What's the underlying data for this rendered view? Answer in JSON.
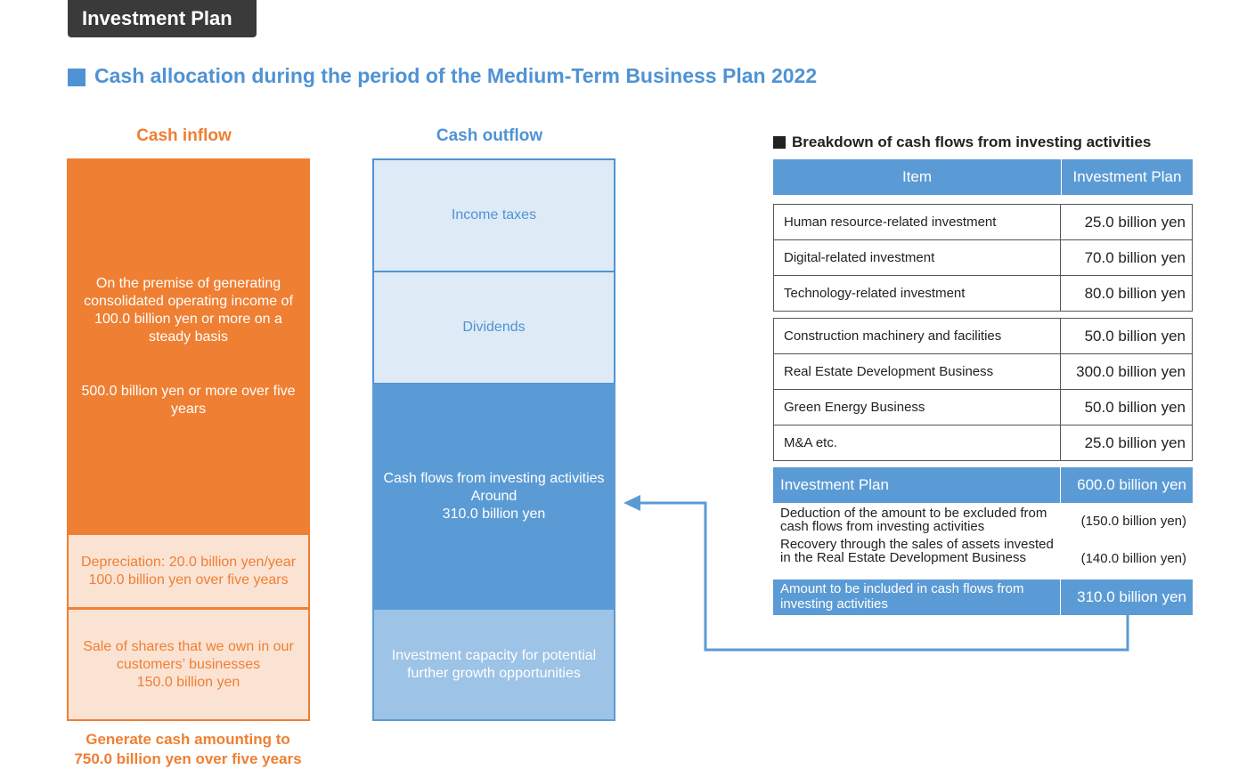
{
  "header": {
    "badge": "Investment Plan",
    "subtitle": "Cash allocation during the period of the Medium-Term Business Plan 2022"
  },
  "inflow": {
    "heading": "Cash inflow",
    "main_text_1": "On the premise of generating consolidated operating income of 100.0 billion yen or more on a steady basis",
    "main_text_2": "500.0 billion yen or more over five years",
    "depreciation": "Depreciation: 20.0 billion yen/year 100.0 billion yen over five years",
    "shares_line1": "Sale of shares that we own in our customers’ businesses",
    "shares_line2": "150.0 billion yen",
    "footer_line1": "Generate cash amounting to",
    "footer_line2": "750.0 billion yen over five years"
  },
  "outflow": {
    "heading": "Cash outflow",
    "income_taxes": "Income taxes",
    "dividends": "Dividends",
    "investing_line1": "Cash flows from investing activities Around",
    "investing_line2": "310.0 billion yen",
    "capacity": "Investment capacity for potential further growth opportunities"
  },
  "breakdown": {
    "title": "Breakdown of cash flows from investing activities",
    "col_item": "Item",
    "col_plan": "Investment Plan",
    "group1": [
      {
        "item": "Human resource-related investment",
        "value": "25.0 billion yen"
      },
      {
        "item": "Digital-related investment",
        "value": "70.0 billion yen"
      },
      {
        "item": "Technology-related investment",
        "value": "80.0 billion yen"
      }
    ],
    "group2": [
      {
        "item": "Construction machinery and facilities",
        "value": "50.0 billion yen"
      },
      {
        "item": "Real Estate Development Business",
        "value": "300.0 billion yen"
      },
      {
        "item": "Green Energy Business",
        "value": "50.0 billion yen"
      },
      {
        "item": "M&A etc.",
        "value": "25.0 billion yen"
      }
    ],
    "plan_label": "Investment Plan",
    "plan_value": "600.0 billion yen",
    "deduction_label": "Deduction of the amount to be excluded from cash flows from investing activities",
    "deduction_value": "(150.0 billion yen)",
    "recovery_label": "Recovery through the sales of assets invested in the Real Estate Development Business",
    "recovery_value": "(140.0 billion yen)",
    "amount_label": "Amount to be included in cash flows from investing activities",
    "amount_value": "310.0 billion yen"
  },
  "colors": {
    "orange": "#ef7f32",
    "blue": "#5b9bd5",
    "light_blue": "#deeaf6",
    "mid_blue": "#9dc3e6",
    "light_orange": "#fbe3d4"
  }
}
